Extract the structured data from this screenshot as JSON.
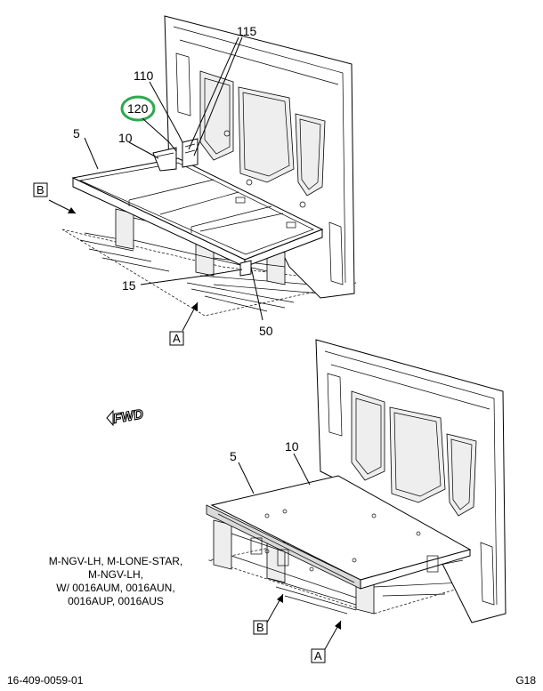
{
  "callouts_top": {
    "c115": "115",
    "c110": "110",
    "c120": "120",
    "c5": "5",
    "c10": "10",
    "c15": "15",
    "c50": "50",
    "viewB": "B",
    "viewA": "A"
  },
  "callouts_bottom": {
    "c5": "5",
    "c10": "10",
    "viewB": "B",
    "viewA": "A"
  },
  "fwd_label": "FWD",
  "note_lines": [
    "M-NGV-LH, M-LONE-STAR,",
    "M-NGV-LH,",
    "W/ 0016AUM, 0016AUN,",
    "0016AUP, 0016AUS"
  ],
  "footer": {
    "drawing_number": "16-409-0059-01",
    "grid_ref": "G18"
  },
  "highlight_color": "#2fa84f"
}
